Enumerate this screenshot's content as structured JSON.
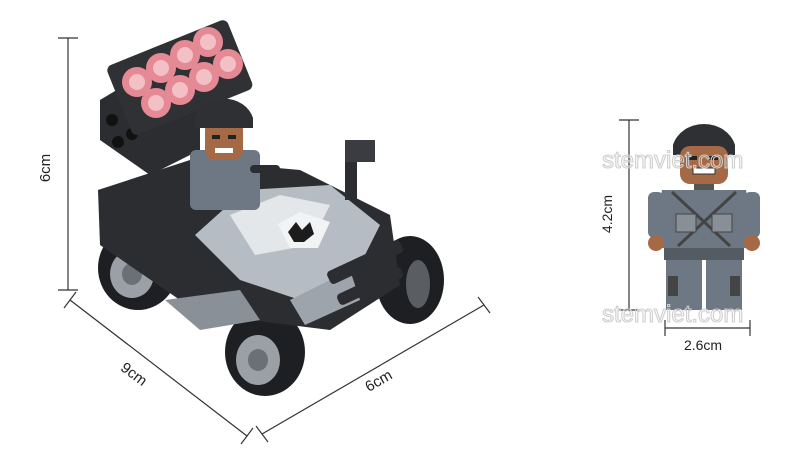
{
  "dimensions": {
    "vehicle_height": "6cm",
    "vehicle_depth": "9cm",
    "vehicle_width": "6cm",
    "figure_height": "4.2cm",
    "figure_width": "2.6cm"
  },
  "watermarks": [
    "stemviet.com",
    "stemviet.com"
  ],
  "colors": {
    "rocket_pink": "#e58a95",
    "vehicle_black": "#2b2d31",
    "vehicle_grey": "#b6bcc3",
    "uniform_grey": "#6d7884",
    "skin": "#a56a45"
  }
}
